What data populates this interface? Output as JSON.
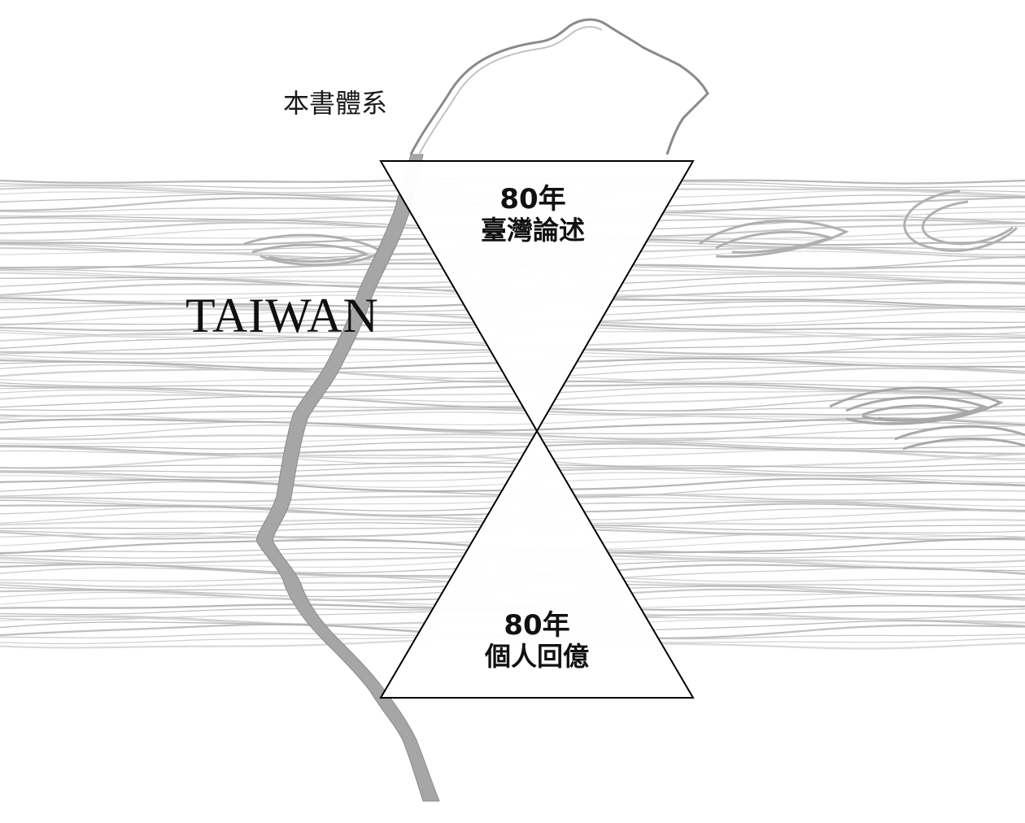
{
  "heading": "本書體系",
  "brand": "TAIWAN",
  "top_triangle": {
    "line1": "80年",
    "line2": "臺灣論述"
  },
  "bottom_triangle": {
    "line1": "80年",
    "line2": "個人回億"
  },
  "colors": {
    "wave": "#b8b8b8",
    "island_coast": "#9a9a9a",
    "outline": "#000000",
    "text": "#111111"
  }
}
